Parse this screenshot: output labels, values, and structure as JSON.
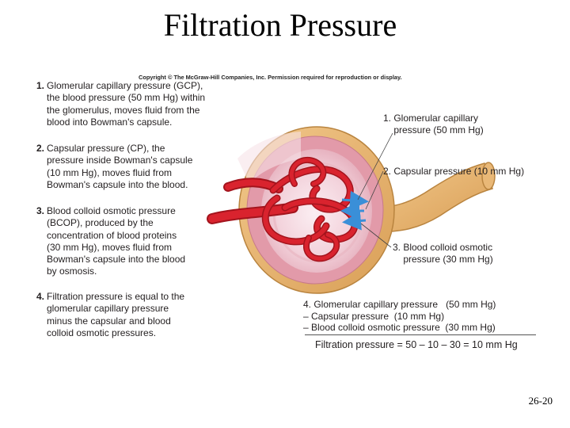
{
  "title": "Filtration Pressure",
  "copyright": "Copyright © The McGraw-Hill Companies, Inc. Permission required for reproduction or display.",
  "notes": [
    {
      "number": "1.",
      "text": "Glomerular capillary pressure (GCP),\nthe blood pressure (50 mm Hg) within\nthe glomerulus, moves fluid from the\nblood into Bowman's capsule."
    },
    {
      "number": "2.",
      "text": "Capsular pressure (CP), the\npressure inside Bowman's capsule\n(10 mm Hg), moves fluid from\nBowman's capsule into the blood."
    },
    {
      "number": "3.",
      "text": "Blood colloid osmotic pressure\n(BCOP), produced by the\nconcentration of blood proteins\n(30 mm Hg), moves fluid from\nBowman's capsule into the blood\nby osmosis."
    },
    {
      "number": "4.",
      "text": "Filtration pressure is equal to the\nglomerular capillary pressure\nminus the capsular and blood\ncolloid osmotic pressures."
    }
  ],
  "callouts": {
    "gcp": "1. Glomerular capillary\n    pressure (50 mm Hg)",
    "cp": "2. Capsular pressure (10 mm Hg)",
    "bcop": "3. Blood colloid osmotic\n    pressure (30 mm Hg)"
  },
  "equation": {
    "line1": "4. Glomerular capillary pressure   (50 mm Hg)",
    "line2": "– Capsular pressure  (10 mm Hg)",
    "line3": "– Blood colloid osmotic pressure  (30 mm Hg)",
    "result": "Filtration pressure = 50 – 10 – 30 = 10 mm Hg"
  },
  "slide_number": "26-20",
  "colors": {
    "capsule_tan": "#e8b36e",
    "capsule_edge": "#b9843f",
    "capsule_pink": "#e9a9b4",
    "capsule_inner": "#f6dde4",
    "vessel_red": "#d9232e",
    "vessel_dark": "#a3141d",
    "arrow_blue": "#3a8fd8"
  }
}
